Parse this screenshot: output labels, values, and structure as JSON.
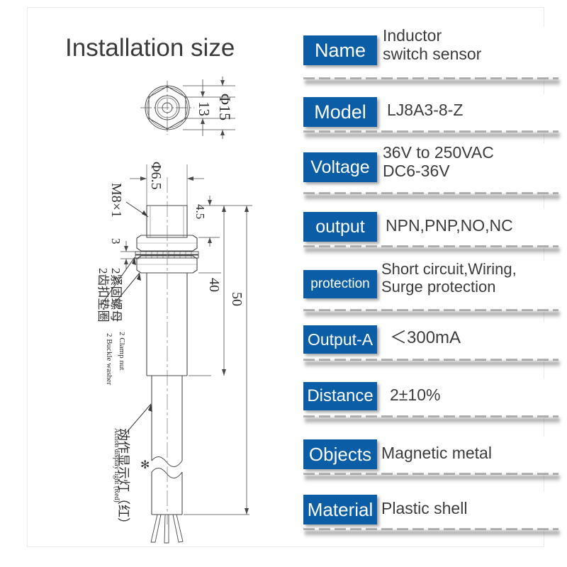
{
  "drawing": {
    "title": "Installation size",
    "dimensions": {
      "outer_diameter": "Φ15",
      "across_flats": "13",
      "body_diameter": "Φ6.5",
      "thread": "M8×1",
      "nut_height": "4.5",
      "washer_thickness": "3",
      "length_to_nut": "40",
      "total_length": "50"
    },
    "annotations": [
      {
        "cn": "2紧固螺母",
        "en": "2 Clamp nut"
      },
      {
        "cn": "2齿扣垫圈",
        "en": "2 Buckle washer"
      },
      {
        "cn": "动作显示灯（红）",
        "en": "Action display light (Red)"
      }
    ],
    "break_symbol": "✻"
  },
  "spec": {
    "accent_color": "#0b5ea6",
    "text_color": "#3c3c3c",
    "rows": [
      {
        "key": "Name",
        "value": "Inductor\nswitch sensor"
      },
      {
        "key": "Model",
        "value": "LJ8A3-8-Z"
      },
      {
        "key": "Voltage",
        "value": "36V to 250VAC\nDC6-36V"
      },
      {
        "key": "output",
        "value": "NPN,PNP,NO,NC"
      },
      {
        "key": "protection",
        "value": "Short circuit,Wiring,\nSurge protection"
      },
      {
        "key": "Output-A",
        "value": "＜300mA"
      },
      {
        "key": "Distance",
        "value": "2±10%"
      },
      {
        "key": "Objects",
        "value": "Magnetic metal"
      },
      {
        "key": "Material",
        "value": "Plastic shell"
      }
    ]
  }
}
